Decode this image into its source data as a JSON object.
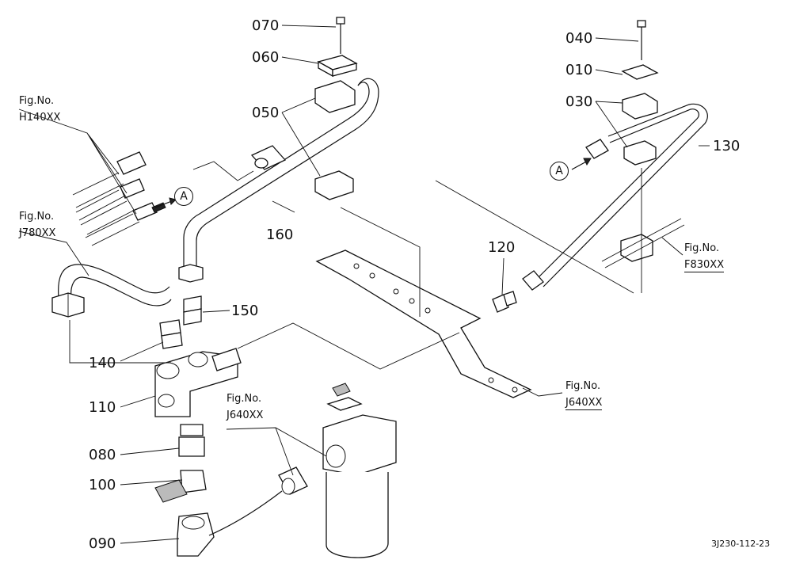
{
  "diagram": {
    "drawing_code": "3J230-112-23",
    "callout_letter": "A",
    "parts": [
      {
        "id": "070"
      },
      {
        "id": "060"
      },
      {
        "id": "050"
      },
      {
        "id": "160"
      },
      {
        "id": "150"
      },
      {
        "id": "140"
      },
      {
        "id": "110"
      },
      {
        "id": "080"
      },
      {
        "id": "100"
      },
      {
        "id": "090"
      },
      {
        "id": "040"
      },
      {
        "id": "010"
      },
      {
        "id": "030"
      },
      {
        "id": "130"
      },
      {
        "id": "120"
      }
    ],
    "figure_refs": [
      {
        "prefix": "Fig.No.",
        "code": "H140XX"
      },
      {
        "prefix": "Fig.No.",
        "code": "J780XX"
      },
      {
        "prefix": "Fig.No.",
        "code": "J640XX"
      },
      {
        "prefix": "Fig.No.",
        "code": "J640XX"
      },
      {
        "prefix": "Fig.No.",
        "code": "F830XX"
      }
    ]
  }
}
